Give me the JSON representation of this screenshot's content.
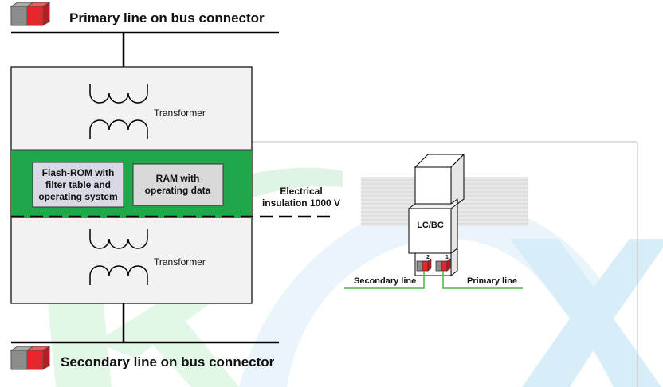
{
  "title_top": "Primary line on bus connector",
  "title_bottom": "Secondary line on bus connector",
  "transformer_top": "Transformer",
  "transformer_bottom": "Transformer",
  "flash_rom": {
    "line1": "Flash-ROM with",
    "line2": "filter table and",
    "line3": "operating system"
  },
  "ram": {
    "line1": "RAM with",
    "line2": "operating data"
  },
  "insulation": {
    "line1": "Electrical",
    "line2": "insulation 1000 V"
  },
  "device_label": "LC/BC",
  "terminal_2": "2",
  "terminal_1": "1",
  "secondary_line": "Secondary line",
  "primary_line": "Primary line",
  "colors": {
    "accent_green": "#1fa84a",
    "module_gray": "#f2f2f2",
    "chip_fill": "#d9d9e6",
    "connector_red": "#e8252a",
    "connector_gray": "#8c8c8c",
    "watermark_green": "#dff6e3",
    "watermark_blue": "#d7eef9",
    "wire_green": "#49b649"
  }
}
